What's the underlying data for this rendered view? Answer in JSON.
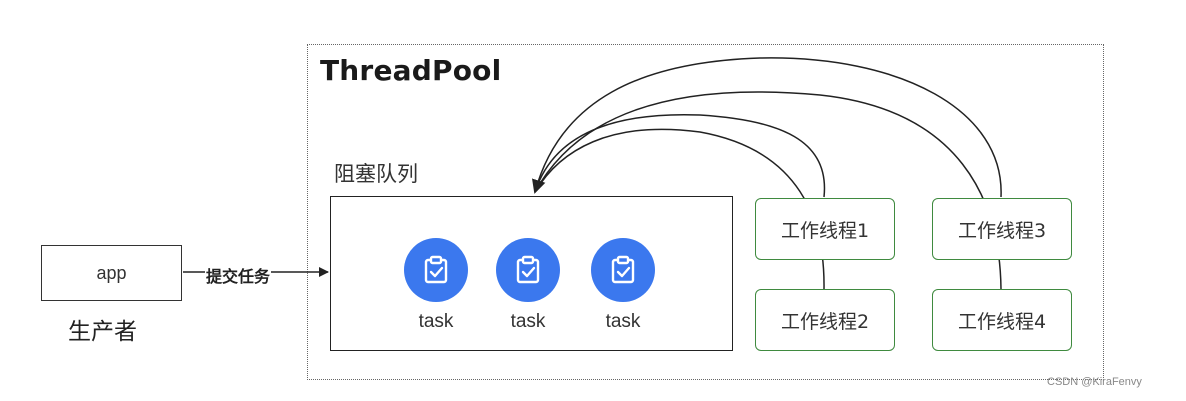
{
  "diagram": {
    "pool_title": "ThreadPool",
    "queue_label": "阻塞队列",
    "app": {
      "label": "app",
      "caption": "生产者"
    },
    "submit_label": "提交任务",
    "tasks": [
      {
        "label": "task",
        "icon": "clipboard-check-icon"
      },
      {
        "label": "task",
        "icon": "clipboard-check-icon"
      },
      {
        "label": "task",
        "icon": "clipboard-check-icon"
      }
    ],
    "workers": [
      {
        "label": "工作线程1"
      },
      {
        "label": "工作线程2"
      },
      {
        "label": "工作线程3"
      },
      {
        "label": "工作线程4"
      }
    ],
    "watermark": "CSDN @KiraFenvy"
  },
  "colors": {
    "task_fill": "#3b78ee",
    "worker_border": "#3f8a3f",
    "line": "#222222"
  }
}
